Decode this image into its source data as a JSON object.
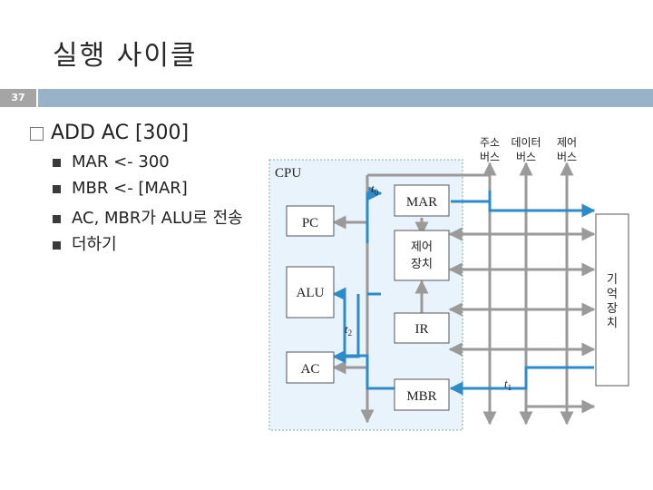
{
  "slide": {
    "title": "실행 사이클",
    "number": "37"
  },
  "content": {
    "bullet": "ADD AC [300]",
    "subitems": [
      "MAR <- 300",
      "MBR <- [MAR]",
      "AC, MBR가 ALU로 전송",
      "더하기"
    ]
  },
  "diagram": {
    "cpu_label": "CPU",
    "bus_labels": [
      {
        "top": "주소",
        "bottom": "버스"
      },
      {
        "top": "데이터",
        "bottom": "버스"
      },
      {
        "top": "제어",
        "bottom": "버스"
      }
    ],
    "blocks": {
      "pc": "PC",
      "alu": "ALU",
      "ac": "AC",
      "mar": "MAR",
      "control_top": "제어",
      "control_bottom": "장치",
      "ir": "IR",
      "mbr": "MBR",
      "memory": [
        "기",
        "억",
        "장",
        "치"
      ]
    },
    "time_labels": {
      "t0": "t",
      "t0_sub": "0",
      "t1": "t",
      "t1_sub": "1",
      "t2": "t",
      "t2_sub": "2"
    },
    "colors": {
      "cpu_fill": "#e9f3fb",
      "highlight_path": "#2e8bc9",
      "bus_line": "#9a9a9a"
    }
  }
}
